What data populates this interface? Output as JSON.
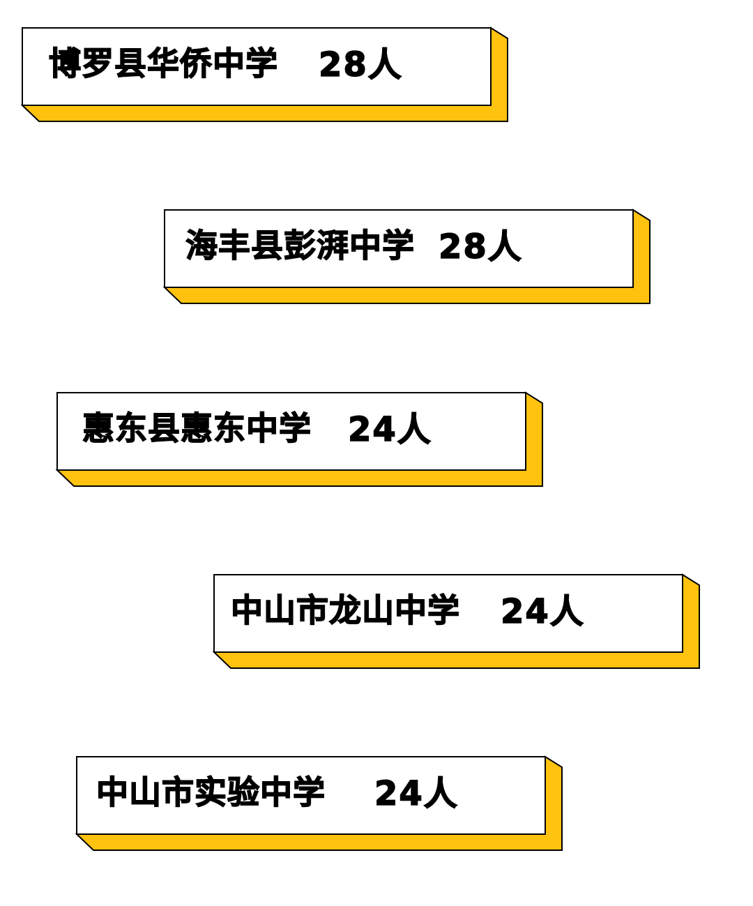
{
  "accent_color": "#FFC20E",
  "border_color": "#000000",
  "cards": [
    {
      "school": "博罗县华侨中学",
      "count": "28人"
    },
    {
      "school": "海丰县彭湃中学",
      "count": "28人"
    },
    {
      "school": "惠东县惠东中学",
      "count": "24人"
    },
    {
      "school": "中山市龙山中学",
      "count": "24人"
    },
    {
      "school": "中山市实验中学",
      "count": "24人"
    }
  ]
}
